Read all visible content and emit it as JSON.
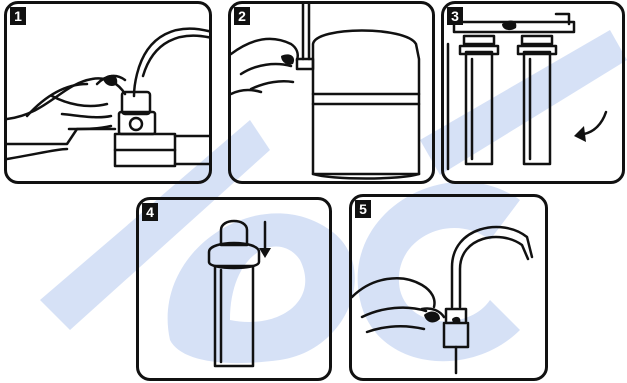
{
  "steps": [
    {
      "number": "1"
    },
    {
      "number": "2"
    },
    {
      "number": "3"
    },
    {
      "number": "4"
    },
    {
      "number": "5"
    }
  ],
  "colors": {
    "line": "#111111",
    "watermark": "#bfd0f0",
    "background": "#ffffff"
  },
  "icons": {
    "step1": "hand-fitting-valve-icon",
    "step2": "tank-valve-icon",
    "step3": "filter-housings-icon",
    "step4": "filter-cartridge-icon",
    "step5": "faucet-icon"
  }
}
